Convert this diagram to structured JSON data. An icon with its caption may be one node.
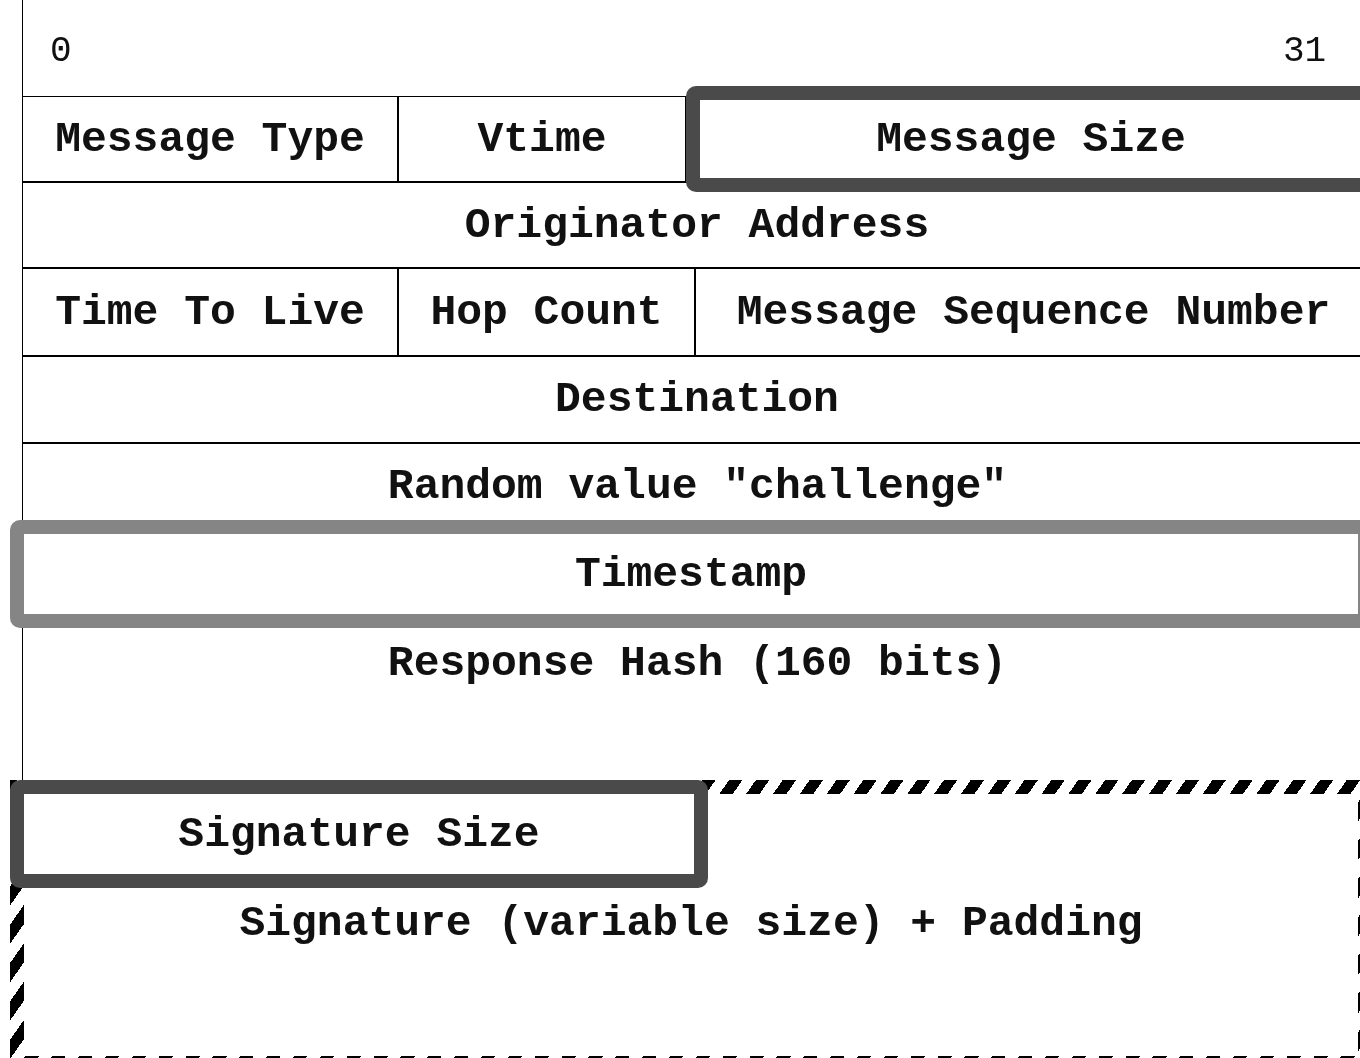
{
  "diagram": {
    "nodes": [
      {
        "text": [
          "Message Type"
        ]
      },
      {
        "text": [
          "Vtime"
        ]
      },
      {
        "text": [
          "Message Size"
        ]
      },
      {
        "text": [
          "Originator Address"
        ]
      },
      {
        "text": [
          "Time To Live"
        ]
      },
      {
        "text": [
          "Hop Count"
        ]
      },
      {
        "text": [
          "Message Sequence Number"
        ]
      },
      {
        "text": [
          "Destination"
        ]
      },
      {
        "text": [
          "Random value \"challenge\""
        ]
      },
      {
        "text": [
          "Timestamp"
        ]
      },
      {
        "text": [
          "Response Hash (160 bits)"
        ]
      },
      {
        "text": [
          "Signature (variable size) + Padding"
        ]
      },
      {
        "text": [
          "Signature Size"
        ],
        "in": 11
      }
    ],
    "labels": [
      "0",
      "31"
    ]
  }
}
